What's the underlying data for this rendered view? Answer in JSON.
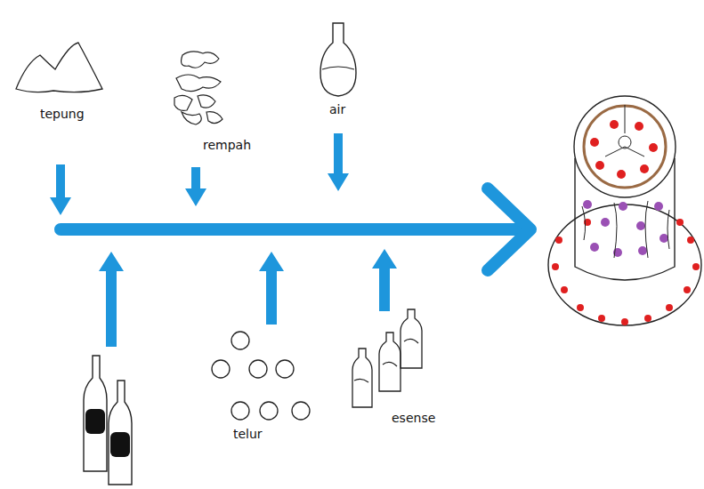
{
  "diagram": {
    "labels": [
      "tepung",
      "rempah",
      "air",
      "telur",
      "esense"
    ]
  }
}
